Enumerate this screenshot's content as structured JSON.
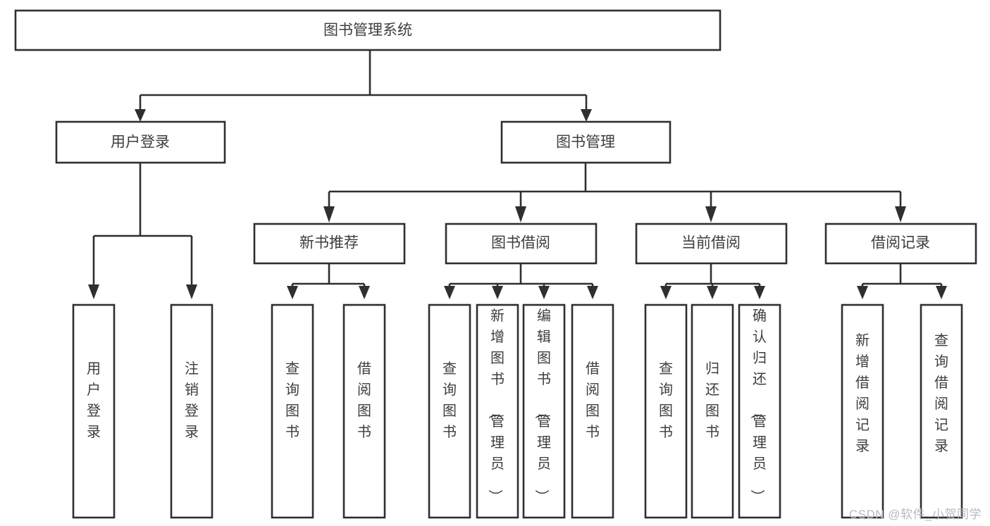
{
  "diagram": {
    "type": "tree-hierarchy",
    "title": "图书管理系统",
    "watermark": "CSDN @软件_小贺同学",
    "colors": {
      "stroke": "#2f2f2f",
      "fill": "#ffffff",
      "text": "#3d3d3d",
      "watermark": "#b9b9b9"
    },
    "root": {
      "label": "图书管理系统"
    },
    "level2": [
      {
        "label": "用户登录"
      },
      {
        "label": "图书管理"
      }
    ],
    "level3": [
      {
        "label": "新书推荐"
      },
      {
        "label": "图书借阅"
      },
      {
        "label": "当前借阅"
      },
      {
        "label": "借阅记录"
      }
    ],
    "leaves_user_login": [
      {
        "label": "用户登录"
      },
      {
        "label": "注销登录"
      }
    ],
    "leaves_new_books": [
      {
        "label": "查询图书"
      },
      {
        "label": "借阅图书"
      }
    ],
    "leaves_book_borrow": [
      {
        "label": "查询图书"
      },
      {
        "label": "新增图书（管理员）"
      },
      {
        "label": "编辑图书（管理员）"
      },
      {
        "label": "借阅图书"
      }
    ],
    "leaves_current_borrow": [
      {
        "label": "查询图书"
      },
      {
        "label": "归还图书"
      },
      {
        "label": "确认归还（管理员）"
      }
    ],
    "leaves_borrow_records": [
      {
        "label": "新增借阅记录"
      },
      {
        "label": "查询借阅记录"
      }
    ]
  }
}
